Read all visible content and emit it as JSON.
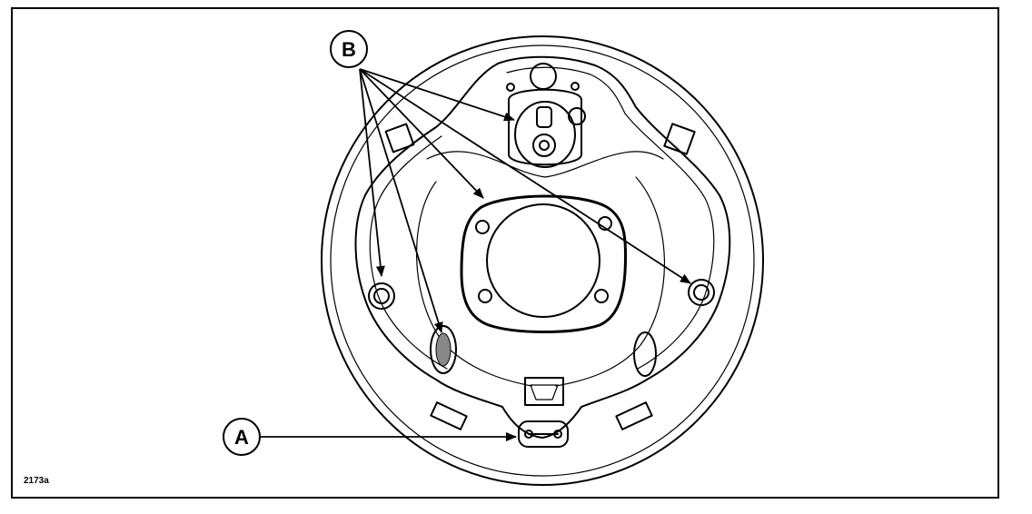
{
  "figure": {
    "id": "2173a",
    "labels": {
      "a": "A",
      "b": "B"
    }
  },
  "colors": {
    "line": "#000000",
    "background": "#ffffff"
  }
}
